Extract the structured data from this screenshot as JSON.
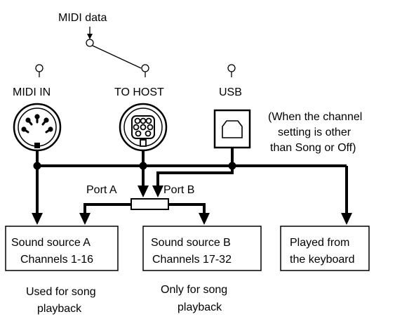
{
  "labels": {
    "midi_data": "MIDI data",
    "midi_in": "MIDI IN",
    "to_host": "TO HOST",
    "usb": "USB",
    "port_a": "Port A",
    "port_b": "Port B",
    "usb_note": [
      "(When the channel",
      "setting is other",
      "than Song or Off)"
    ]
  },
  "boxes": {
    "sound_a": [
      "Sound source A",
      "Channels 1-16"
    ],
    "sound_b": [
      "Sound source B",
      "Channels 17-32"
    ],
    "keyboard": [
      "Played from",
      "the keyboard"
    ]
  },
  "notes": {
    "sound_a": [
      "Used for song",
      "playback"
    ],
    "sound_b": [
      "Only for song",
      "playback"
    ]
  }
}
